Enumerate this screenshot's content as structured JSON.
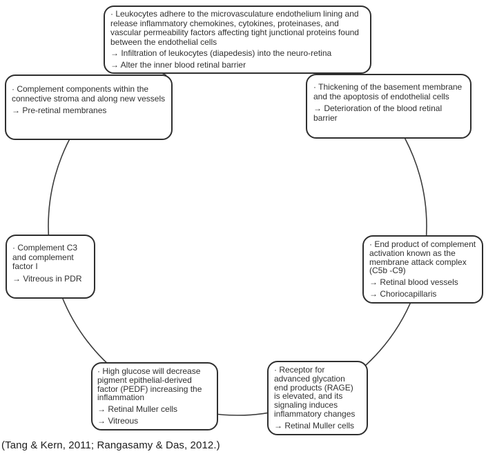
{
  "diagram": {
    "type": "cycle",
    "nodes": [
      {
        "id": "leukocyte-adhesion",
        "text": "· Leukocytes adhere to the microvasculature endothelium lining and release inflammatory chemokines, cytokines, proteinases, and vascular permeability factors affecting tight junctional proteins found between the endothelial cells",
        "arrows": [
          "→ Infiltration of leukocytes (diapedesis) into the neuro-retina",
          "→ Alter the inner blood retinal barrier"
        ]
      },
      {
        "id": "complement-components",
        "text": "· Complement components within the connective stroma and along new vessels",
        "arrows": [
          "→ Pre-retinal membranes"
        ]
      },
      {
        "id": "basement-membrane-thickening",
        "text": "· Thickening of the basement membrane and the apoptosis of endothelial cells",
        "arrows": [
          "→ Deterioration of the blood retinal barrier"
        ]
      },
      {
        "id": "complement-c3-factor-i",
        "text": "· Complement C3 and complement factor I",
        "arrows": [
          "→ Vitreous in PDR"
        ]
      },
      {
        "id": "membrane-attack-complex",
        "text": "· End product of complement activation known as the membrane attack complex (C5b -C9)",
        "arrows": [
          "→ Retinal blood vessels",
          "→ Choriocapillaris"
        ]
      },
      {
        "id": "pedf-decrease",
        "text": "· High glucose will decrease pigment epithelial-derived factor (PEDF) increasing the inflammation",
        "arrows": [
          "→ Retinal Muller cells",
          "→ Vitreous"
        ]
      },
      {
        "id": "rage-signaling",
        "text": "· Receptor for advanced glycation end products (RAGE) is elevated, and its signaling induces inflammatory changes",
        "arrows": [
          "→ Retinal Muller cells"
        ]
      }
    ],
    "caption": "(Tang & Kern, 2011; Rangasamy & Das, 2012.)"
  },
  "colors": {
    "box_border": "#2e2e2e",
    "text": "#2f2f2f",
    "line": "#3a3a3a",
    "background": "#ffffff"
  }
}
